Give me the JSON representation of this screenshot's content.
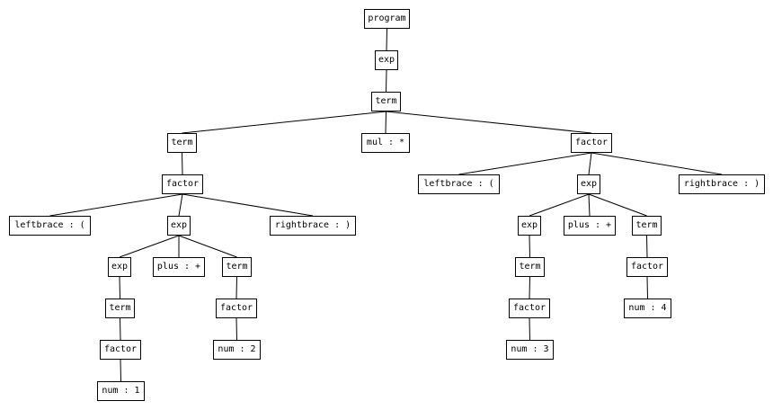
{
  "tree": {
    "nodes": [
      {
        "id": "program",
        "label": "program"
      },
      {
        "id": "exp_root",
        "label": "exp"
      },
      {
        "id": "term_root",
        "label": "term"
      },
      {
        "id": "term_l",
        "label": "term"
      },
      {
        "id": "mul",
        "label": "mul : *"
      },
      {
        "id": "factor_r",
        "label": "factor"
      },
      {
        "id": "factor_l",
        "label": "factor"
      },
      {
        "id": "lb_r",
        "label": "leftbrace : ("
      },
      {
        "id": "exp_r",
        "label": "exp"
      },
      {
        "id": "rb_r",
        "label": "rightbrace : )"
      },
      {
        "id": "lb_l",
        "label": "leftbrace : ("
      },
      {
        "id": "exp_l",
        "label": "exp"
      },
      {
        "id": "rb_l",
        "label": "rightbrace : )"
      },
      {
        "id": "exp_rl",
        "label": "exp"
      },
      {
        "id": "plus_r",
        "label": "plus : +"
      },
      {
        "id": "term_rr",
        "label": "term"
      },
      {
        "id": "exp_ll",
        "label": "exp"
      },
      {
        "id": "plus_l",
        "label": "plus : +"
      },
      {
        "id": "term_lr",
        "label": "term"
      },
      {
        "id": "term_rl",
        "label": "term"
      },
      {
        "id": "factor_rr",
        "label": "factor"
      },
      {
        "id": "term_ll",
        "label": "term"
      },
      {
        "id": "factor_lr",
        "label": "factor"
      },
      {
        "id": "factor_rl",
        "label": "factor"
      },
      {
        "id": "num4",
        "label": "num : 4"
      },
      {
        "id": "factor_ll",
        "label": "factor"
      },
      {
        "id": "num2",
        "label": "num : 2"
      },
      {
        "id": "num3",
        "label": "num : 3"
      },
      {
        "id": "num1",
        "label": "num : 1"
      }
    ],
    "edges": [
      [
        "program",
        "exp_root"
      ],
      [
        "exp_root",
        "term_root"
      ],
      [
        "term_root",
        "term_l"
      ],
      [
        "term_root",
        "mul"
      ],
      [
        "term_root",
        "factor_r"
      ],
      [
        "term_l",
        "factor_l"
      ],
      [
        "factor_r",
        "lb_r"
      ],
      [
        "factor_r",
        "exp_r"
      ],
      [
        "factor_r",
        "rb_r"
      ],
      [
        "factor_l",
        "lb_l"
      ],
      [
        "factor_l",
        "exp_l"
      ],
      [
        "factor_l",
        "rb_l"
      ],
      [
        "exp_r",
        "exp_rl"
      ],
      [
        "exp_r",
        "plus_r"
      ],
      [
        "exp_r",
        "term_rr"
      ],
      [
        "exp_l",
        "exp_ll"
      ],
      [
        "exp_l",
        "plus_l"
      ],
      [
        "exp_l",
        "term_lr"
      ],
      [
        "exp_rl",
        "term_rl"
      ],
      [
        "term_rr",
        "factor_rr"
      ],
      [
        "exp_ll",
        "term_ll"
      ],
      [
        "term_lr",
        "factor_lr"
      ],
      [
        "term_rl",
        "factor_rl"
      ],
      [
        "factor_rr",
        "num4"
      ],
      [
        "term_ll",
        "factor_ll"
      ],
      [
        "factor_lr",
        "num2"
      ],
      [
        "factor_rl",
        "num3"
      ],
      [
        "factor_ll",
        "num1"
      ]
    ]
  }
}
